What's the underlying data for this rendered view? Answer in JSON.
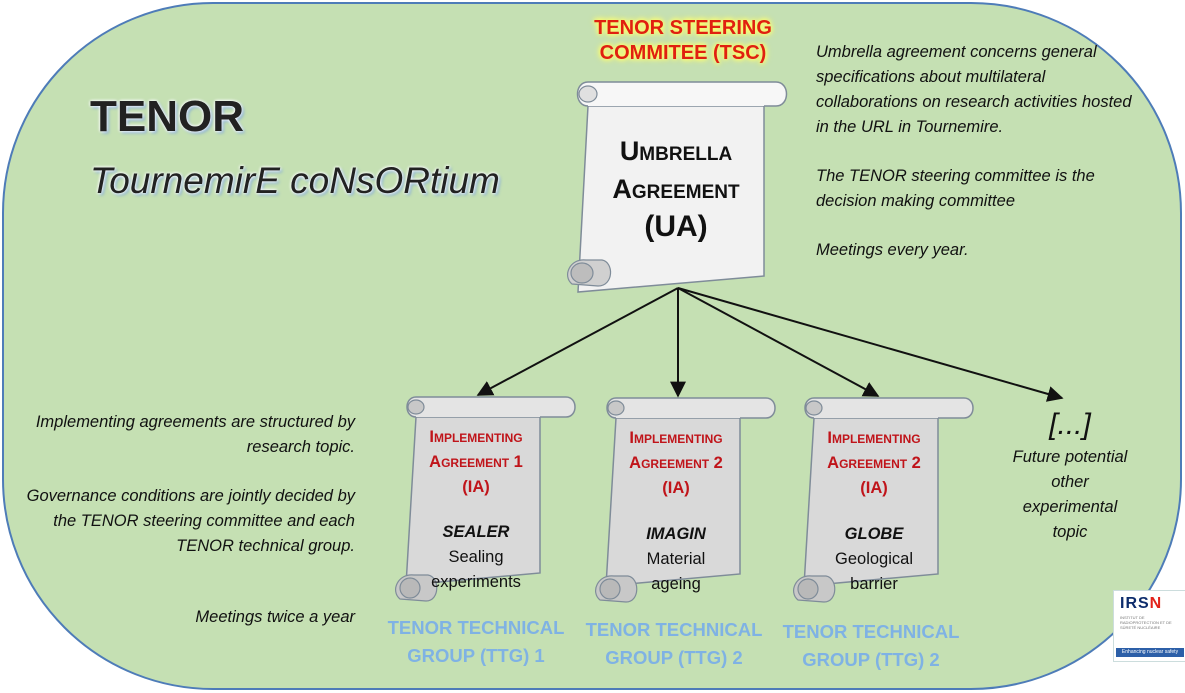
{
  "title": {
    "line1": "TENOR",
    "line2": "TournemirE coNsORtium"
  },
  "steering_committee": {
    "label": "TENOR STEERING COMMITEE (TSC)"
  },
  "umbrella": {
    "line1": "Umbrella",
    "line2": "Agreement",
    "line3": "(UA)"
  },
  "right_notes": [
    "Umbrella agreement concerns general specifications about multilateral collaborations on research activities hosted in the URL in Tournemire.",
    "The TENOR steering committee is the decision making committee",
    "Meetings every year."
  ],
  "left_notes": [
    "Implementing agreements are structured by research topic.",
    "Governance conditions are jointly decided by the TENOR steering committee and each TENOR technical group.",
    "Meetings twice a year"
  ],
  "implementing_agreements": [
    {
      "line1": "Implementing",
      "line2": "Agreement  1",
      "line3": "(IA)",
      "topic": "SEALER",
      "desc": "Sealing experiments",
      "group": "TENOR TECHNICAL GROUP (TTG) 1"
    },
    {
      "line1": "Implementing",
      "line2": "Agreement  2",
      "line3": "(IA)",
      "topic": "IMAGIN",
      "desc": "Material ageing",
      "group": "TENOR TECHNICAL GROUP (TTG) 2"
    },
    {
      "line1": "Implementing",
      "line2": "Agreement  2",
      "line3": "(IA)",
      "topic": "GLOBE",
      "desc": "Geological barrier",
      "group": "TENOR TECHNICAL GROUP (TTG) 2"
    }
  ],
  "future": {
    "bracket": "[...]",
    "text": "Future potential other experimental topic"
  },
  "logo": {
    "name": "IRSN",
    "subtitle": "INSTITUT DE RADIOPROTECTION ET DE SÛRETÉ NUCLÉAIRE",
    "tagline": "Enhancing nuclear safety"
  },
  "colors": {
    "background_blob": "#c5e0b3",
    "blob_border": "#4e7cb8",
    "scroll_fill": "#d9d9d9",
    "ia_text": "#c0141a",
    "tsc_text": "#e02010",
    "ttg_text": "#7fb2e4"
  }
}
